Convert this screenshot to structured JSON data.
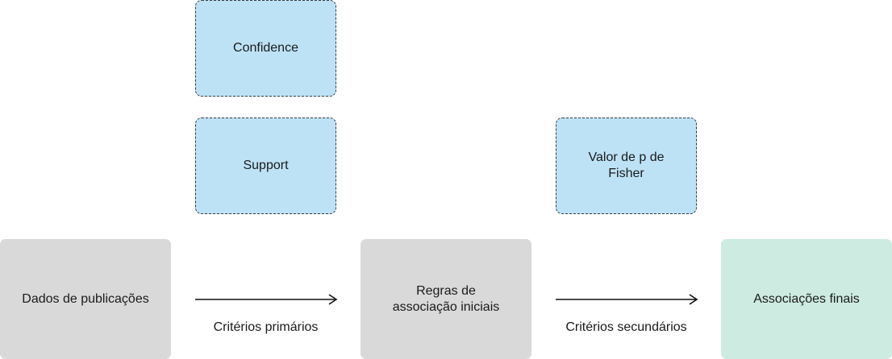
{
  "criteria": {
    "confidence": "Confidence",
    "support": "Support",
    "fisher": "Valor de p de\nFisher"
  },
  "stages": {
    "input": "Dados de publicações",
    "initial_rules": "Regras de\nassociação iniciais",
    "final": "Associações finais"
  },
  "edges": {
    "primary": "Critérios primários",
    "secondary": "Critérios secundários"
  },
  "colors": {
    "criterion_fill": "#bde2f6",
    "stage_fill": "#d9d9d9",
    "final_fill": "#cdebe1"
  }
}
